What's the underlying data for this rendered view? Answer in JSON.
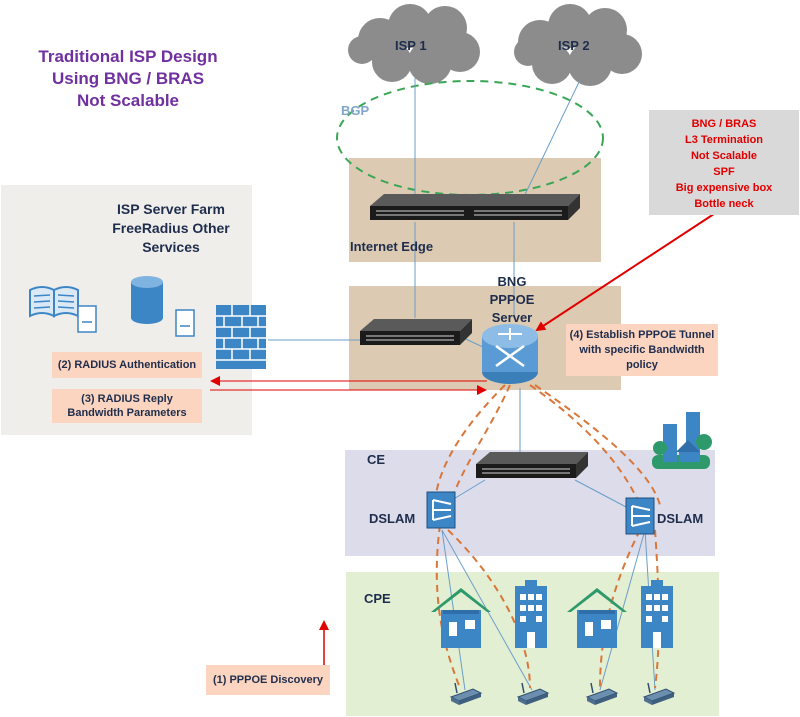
{
  "title": {
    "line1": "Traditional ISP Design",
    "line2": "Using BNG / BRAS",
    "line3": "Not Scalable"
  },
  "clouds": {
    "isp1": "ISP 1",
    "isp2": "ISP 2"
  },
  "bgp_label": "BGP",
  "server_farm": {
    "line1": "ISP Server Farm",
    "line2": "FreeRadius Other",
    "line3": "Services"
  },
  "internet_edge_label": "Internet Edge",
  "bng_label": {
    "line1": "BNG",
    "line2": "PPPOE",
    "line3": "Server"
  },
  "callout": {
    "lines": [
      "BNG / BRAS",
      "L3 Termination",
      "Not Scalable",
      "SPF",
      "Big expensive box",
      "Bottle neck"
    ]
  },
  "steps": {
    "radius_auth": "(2) RADIUS Authentication",
    "radius_reply_line1": "(3) RADIUS Reply",
    "radius_reply_line2": "Bandwidth Parameters",
    "pppoe_tunnel_line1": "(4) Establish PPPOE Tunnel",
    "pppoe_tunnel_line2": "with specific Bandwidth",
    "pppoe_tunnel_line3": "policy",
    "pppoe_discovery": "(1)  PPPOE Discovery"
  },
  "ce_label": "CE",
  "dslam_left": "DSLAM",
  "dslam_right": "DSLAM",
  "cpe_label": "CPE",
  "colors": {
    "title": "#7030a0",
    "accent_red": "#e00000",
    "bgp_green": "#3aa655",
    "pppoe_dash": "#d9773a",
    "edge_zone": "#dccbb2",
    "ce_zone": "#dcdceb",
    "cpe_zone": "#e3efd3",
    "farm_zone": "#efeeea",
    "device_blue": "#3d86c6"
  }
}
